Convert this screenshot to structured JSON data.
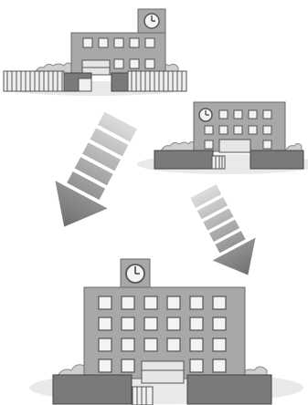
{
  "image": {
    "description_hidden": "",
    "subjects": [
      {
        "id": "school-small-top",
        "icon": "school-building-icon"
      },
      {
        "id": "school-small-right",
        "icon": "school-building-icon"
      },
      {
        "id": "school-large-bottom",
        "icon": "school-building-icon"
      }
    ],
    "arrows": [
      {
        "id": "merge-arrow-left",
        "icon": "striped-arrow-icon"
      },
      {
        "id": "merge-arrow-right",
        "icon": "striped-arrow-icon"
      }
    ],
    "colors": {
      "building": "#a8a8a8",
      "building_dark": "#6f6f6f",
      "window": "#f2f2f2",
      "outline": "#4a4a4a",
      "shrub": "#c9c9c9",
      "shadow": "#e6e6e6",
      "arrow_light": "#d2d2d2",
      "arrow_dark": "#7d7d7d"
    }
  }
}
